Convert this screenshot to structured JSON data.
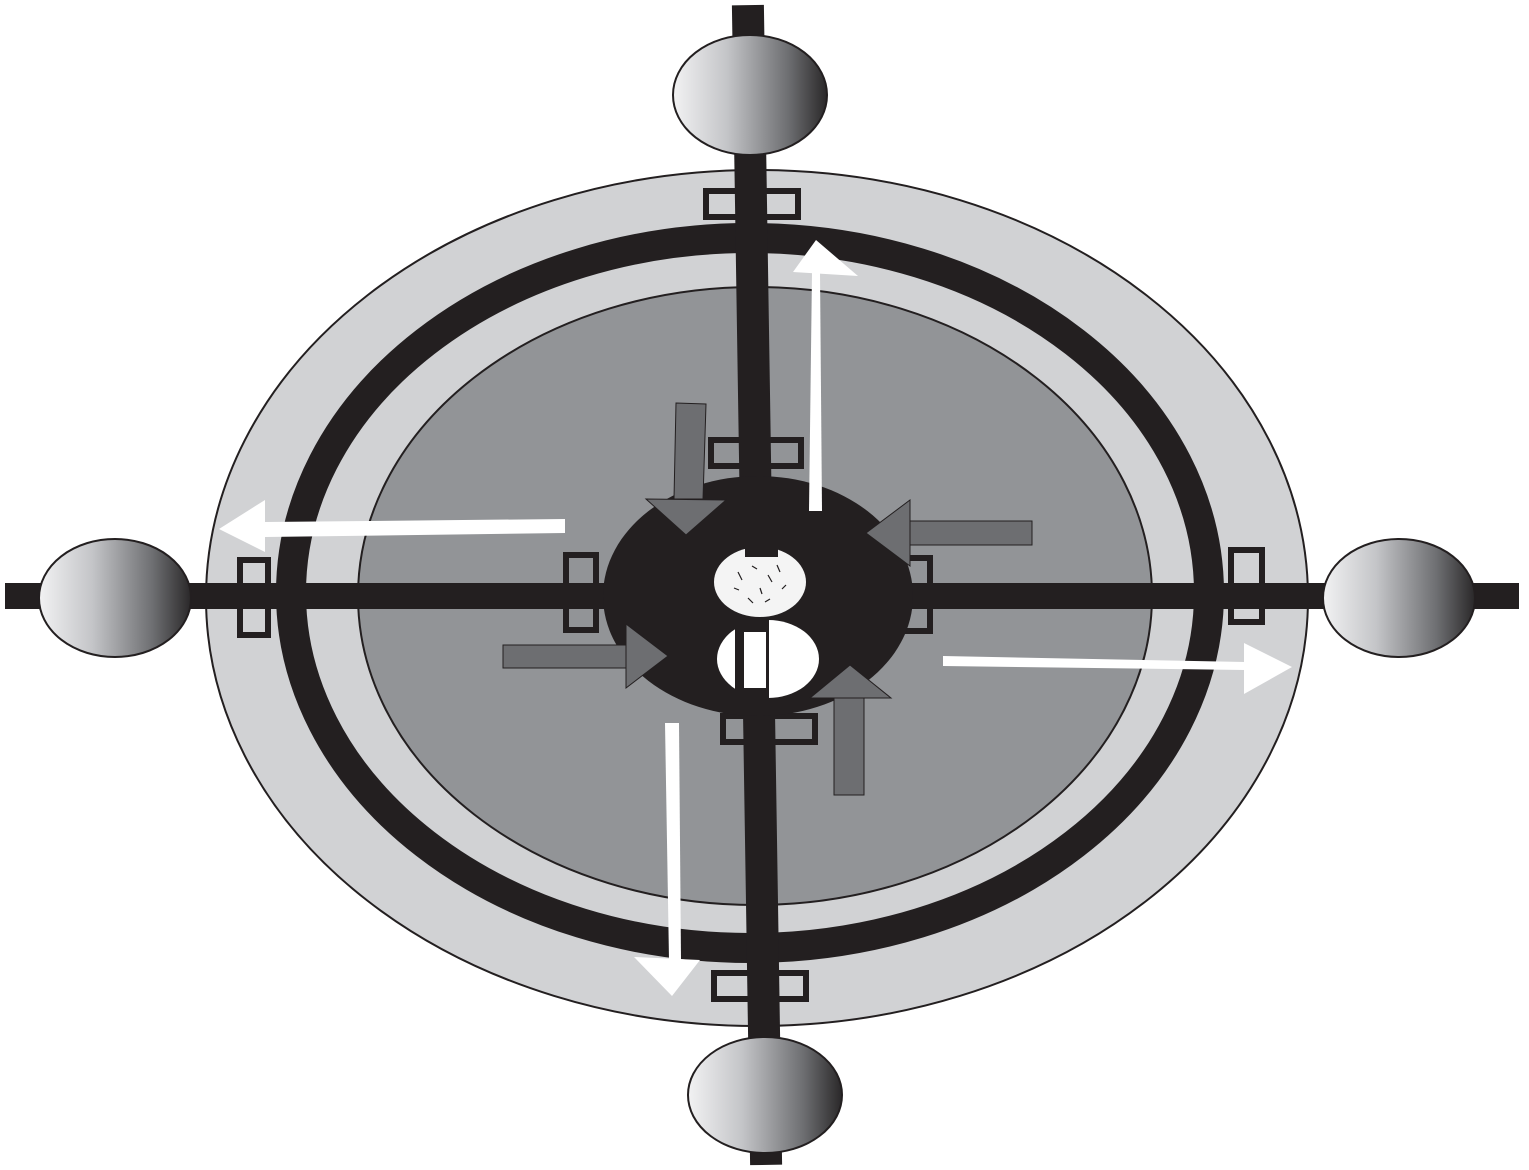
{
  "diagram": {
    "colors": {
      "background": "#ffffff",
      "outer_field": "#d1d2d4",
      "inner_field": "#929497",
      "ring": "#231f20",
      "axis_bar": "#231f20",
      "hub": "#231f20",
      "white_arrow": "#ffffff",
      "gray_arrow": "#6d6e71",
      "node_light": "#f2f2f3",
      "node_dark": "#2a2829"
    },
    "parts": {
      "nodes": [
        "top",
        "right",
        "bottom",
        "left"
      ],
      "outward_arrows": [
        "up",
        "right",
        "down",
        "left"
      ],
      "inward_arrows": [
        "from-upper-left",
        "from-right",
        "from-lower-right",
        "from-left"
      ]
    }
  }
}
